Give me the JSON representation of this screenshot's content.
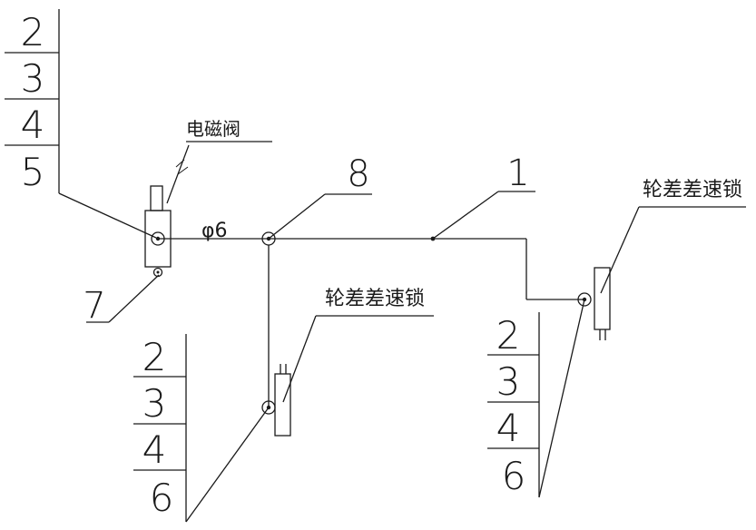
{
  "solenoid_valve": {
    "label": "电磁阀"
  },
  "pipe": {
    "diameter_label": "φ6"
  },
  "callouts": {
    "pipe_id": "1",
    "junction_id": "8",
    "valve_port_id": "7"
  },
  "diff_lock_middle": {
    "label": "轮差差速锁"
  },
  "diff_lock_right": {
    "label": "轮差差速锁"
  },
  "stacks": {
    "top_left": [
      "2",
      "3",
      "4",
      "5"
    ],
    "bottom_middle": [
      "2",
      "3",
      "4",
      "6"
    ],
    "bottom_right": [
      "2",
      "3",
      "4",
      "6"
    ]
  }
}
